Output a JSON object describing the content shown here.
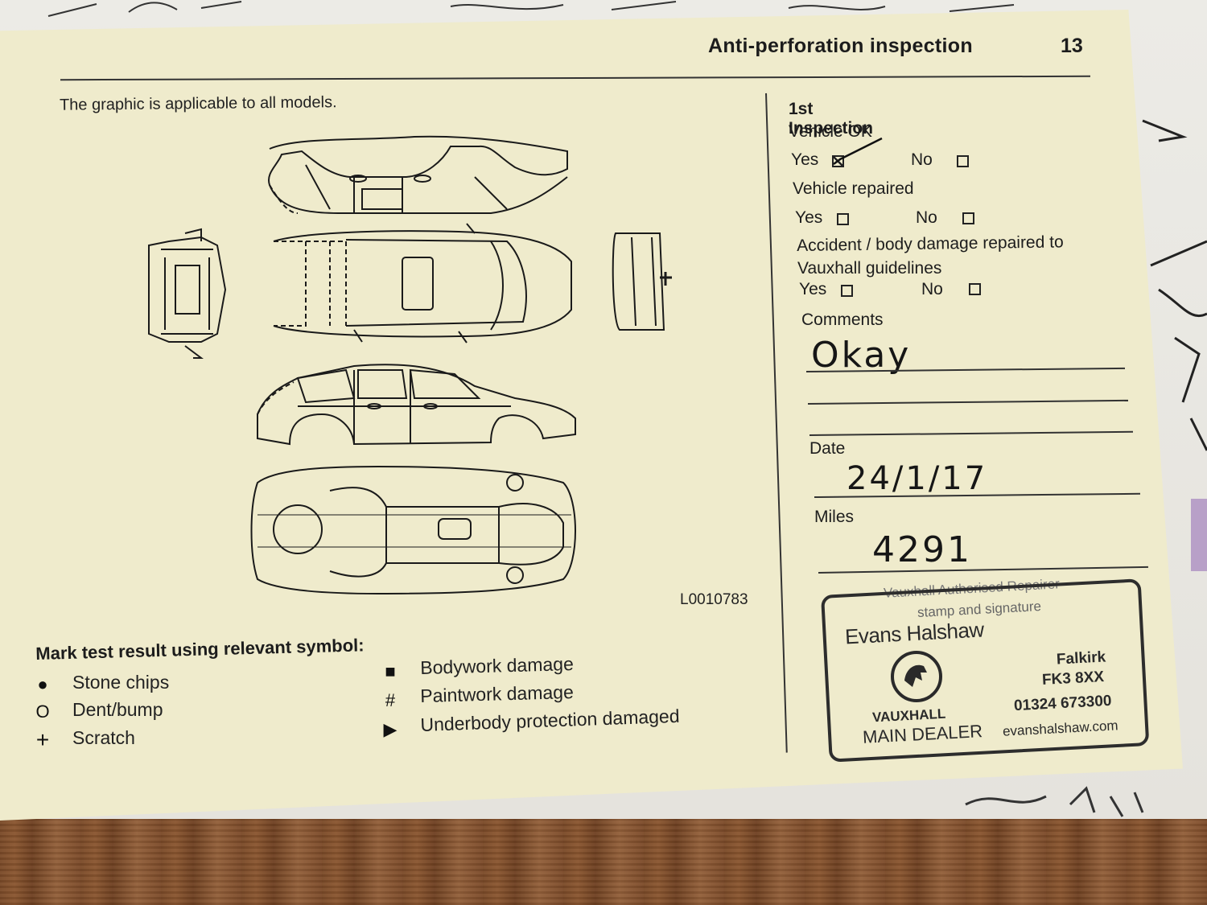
{
  "header": {
    "title": "Anti-perforation inspection",
    "page_number": "13"
  },
  "intro": "The graphic is applicable to all models.",
  "figure_code": "L0010783",
  "legend": {
    "title": "Mark test result using relevant symbol:",
    "items": [
      {
        "symbol": "●",
        "label": "Stone chips"
      },
      {
        "symbol": "O",
        "label": "Dent/bump"
      },
      {
        "symbol": "+",
        "label": "Scratch"
      },
      {
        "symbol": "■",
        "label": "Bodywork damage"
      },
      {
        "symbol": "#",
        "label": "Paintwork damage"
      },
      {
        "symbol": "▶",
        "label": "Underbody protection damaged"
      }
    ]
  },
  "form": {
    "heading": "1st Inspection",
    "vehicle_ok": {
      "label": "Vehicle OK",
      "yes": "Yes",
      "no": "No",
      "yes_checked": true,
      "no_checked": false
    },
    "vehicle_repaired": {
      "label": "Vehicle repaired",
      "yes": "Yes",
      "no": "No",
      "yes_checked": false,
      "no_checked": false
    },
    "accident": {
      "label_1": "Accident / body damage repaired to",
      "label_2": "Vauxhall guidelines",
      "yes": "Yes",
      "no": "No",
      "yes_checked": false,
      "no_checked": false
    },
    "comments_label": "Comments",
    "comments_value": "Okay",
    "date_label": "Date",
    "date_value": "24/1/17",
    "miles_label": "Miles",
    "miles_value": "4291"
  },
  "stamp": {
    "caption_1": "Vauxhall Authorised Repairer",
    "caption_2": "stamp and signature",
    "dealer_name": "Evans Halshaw",
    "town": "Falkirk",
    "postcode": "FK3 8XX",
    "phone": "01324 673300",
    "brand": "VAUXHALL",
    "dealer_type": "MAIN DEALER",
    "website": "evanshalshaw.com"
  },
  "colors": {
    "page": "#efebcc",
    "ink": "#1c1c1c",
    "table": "#7a4a28"
  }
}
